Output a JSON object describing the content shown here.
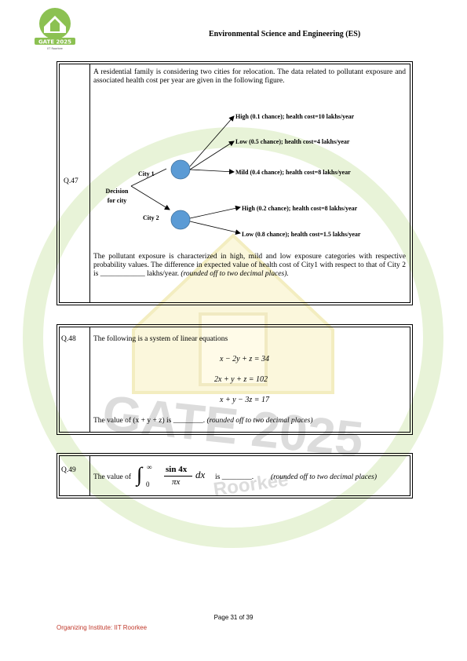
{
  "header": {
    "logo_text": "GATE 2025",
    "logo_subtext": "IIT Roorkee",
    "title": "Environmental Science and Engineering (ES)"
  },
  "watermark": {
    "text": "GATE 2025",
    "subtext": "Roorkee"
  },
  "q47": {
    "number": "Q.47",
    "intro": "A residential family is considering two cities for relocation. The data related to pollutant exposure and associated health cost per year are given in the following figure.",
    "tree": {
      "decision_line1": "Decision",
      "decision_line2": "for city",
      "city1": "City 1",
      "city2": "City 2",
      "city1_branches": [
        "High (0.1 chance); health cost=10 lakhs/year",
        "Low (0.5 chance); health cost=4 lakhs/year",
        "Mild (0.4 chance); health cost=8 lakhs/year"
      ],
      "city2_branches": [
        "High (0.2 chance); health cost=8 lakhs/year",
        "Low (0.8 chance); health cost=1.5 lakhs/year"
      ]
    },
    "body_1": "The pollutant exposure is characterized in high, mild and low exposure categories with respective probability values. The difference in expected value of health cost of City1 with respect to that of City 2 is ____________ lakhs/year.",
    "body_2": "(rounded off to two decimal places)."
  },
  "q48": {
    "number": "Q.48",
    "intro": "The following is a system of linear equations",
    "equations": [
      "x − 2y + z = 34",
      "2x + y + z = 102",
      "x + y − 3z = 17"
    ],
    "question_prefix": "The value of (x + y + z) is ________.",
    "question_suffix": "(rounded off to two decimal places)"
  },
  "q49": {
    "number": "Q.49",
    "prefix": "The value of",
    "integral_upper": "∞",
    "integral_lower": "0",
    "numerator": "sin 4x",
    "denominator": "πx",
    "dx": "dx",
    "suffix": "is ________.",
    "note": "(rounded off to two decimal places)"
  },
  "footer": {
    "page": "Page 31 of 39",
    "organizer": "Organizing Institute: IIT Roorkee"
  }
}
